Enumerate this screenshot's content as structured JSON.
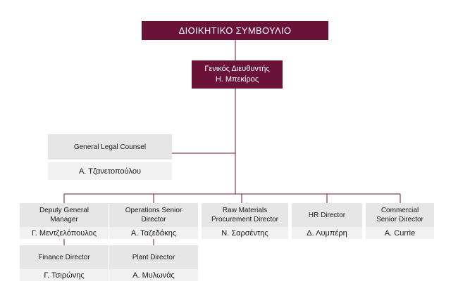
{
  "board": {
    "title": "ΔΙΟΙΚΗΤΙΚΟ ΣΥΜΒΟΥΛΙΟ"
  },
  "ceo": {
    "role": "Γενικός Διευθυντής",
    "name": "Η. Μπεκίρος"
  },
  "legal": {
    "role": "General Legal Counsel",
    "name": "Α. Τζανετοπούλου"
  },
  "departments": [
    {
      "role": "Deputy General Manager",
      "name": "Γ. Μεντζελόπουλος"
    },
    {
      "role": "Operations Senior Director",
      "name": "Α. Ταζεδάκης"
    },
    {
      "role": "Raw Materials Procurement Director",
      "name": "Ν. Σαρσέντης"
    },
    {
      "role": "HR Director",
      "name": "Δ. Λυμπέρη"
    },
    {
      "role": "Commercial Senior Director",
      "name": "Α. Currie"
    }
  ],
  "sub_units": [
    {
      "role": "Finance Director",
      "name": "Γ. Τσιρώνης"
    },
    {
      "role": "Plant Director",
      "name": "Α. Μυλωνάς"
    }
  ],
  "colors": {
    "primary": "#6b1238",
    "box": "#e6e6e6",
    "name_box": "#f1f1f1"
  }
}
